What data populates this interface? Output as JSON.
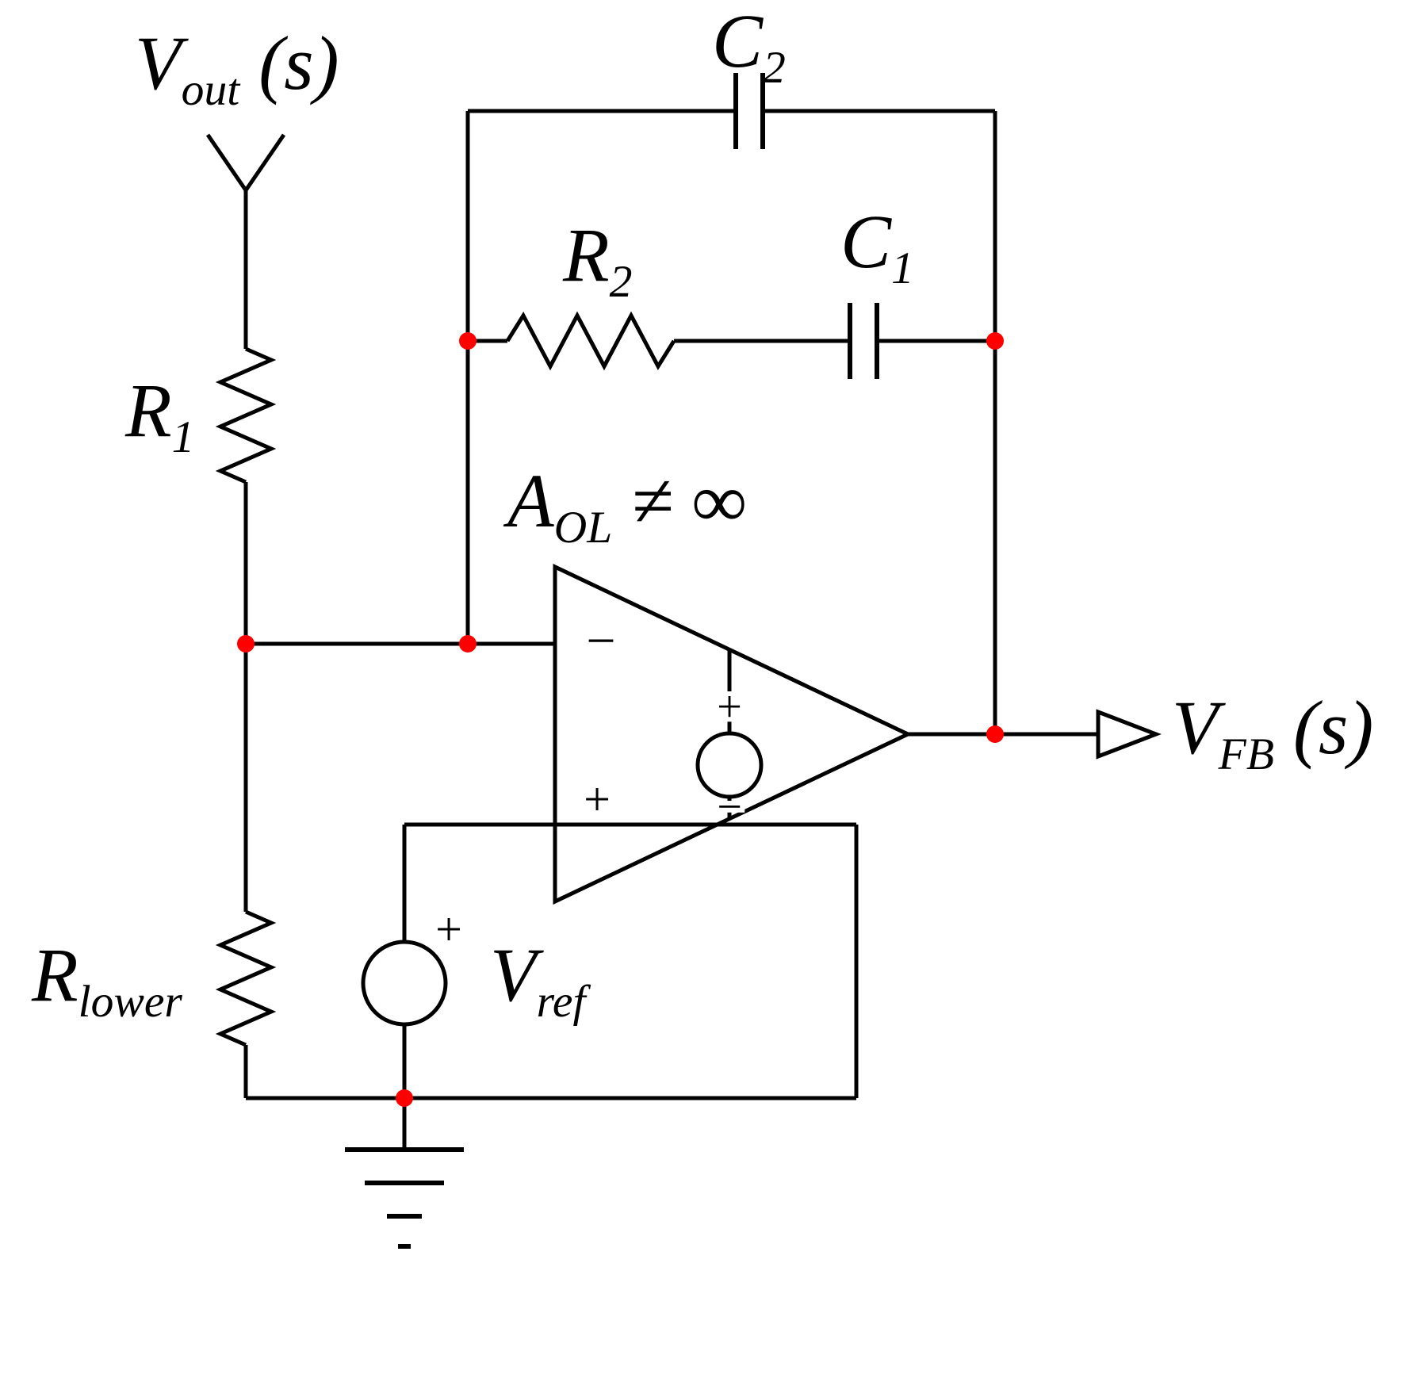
{
  "diagram_type": "analog-circuit-schematic",
  "labels": {
    "vout": {
      "base": "V",
      "sub": "out",
      "suffix": " (s)"
    },
    "c2": {
      "base": "C",
      "sub": "2"
    },
    "r2": {
      "base": "R",
      "sub": "2"
    },
    "c1": {
      "base": "C",
      "sub": "1"
    },
    "r1": {
      "base": "R",
      "sub": "1"
    },
    "aol": {
      "base": "A",
      "sub": "OL",
      "suffix": " ≠ ∞"
    },
    "vfb": {
      "base": "V",
      "sub": "FB",
      "suffix": " (s)"
    },
    "rlower": {
      "base": "R",
      "sub": "lower"
    },
    "vref": {
      "base": "V",
      "sub": "ref"
    }
  },
  "symbols": {
    "opamp_inverting_input": "−",
    "opamp_noninverting_input": "+",
    "internal_source_plus": "+",
    "internal_source_minus": "−",
    "vref_plus": "+"
  },
  "components": [
    {
      "ref": "R1",
      "kind": "resistor"
    },
    {
      "ref": "R2",
      "kind": "resistor"
    },
    {
      "ref": "Rlower",
      "kind": "resistor"
    },
    {
      "ref": "C1",
      "kind": "capacitor"
    },
    {
      "ref": "C2",
      "kind": "capacitor"
    },
    {
      "ref": "Vref",
      "kind": "voltage-source"
    },
    {
      "ref": "op-amp",
      "kind": "op-amp with finite open-loop gain"
    },
    {
      "ref": "ground",
      "kind": "ground"
    }
  ],
  "colors": {
    "wire": "#000000",
    "junction_dot": "#ff0000",
    "background": "#ffffff"
  }
}
